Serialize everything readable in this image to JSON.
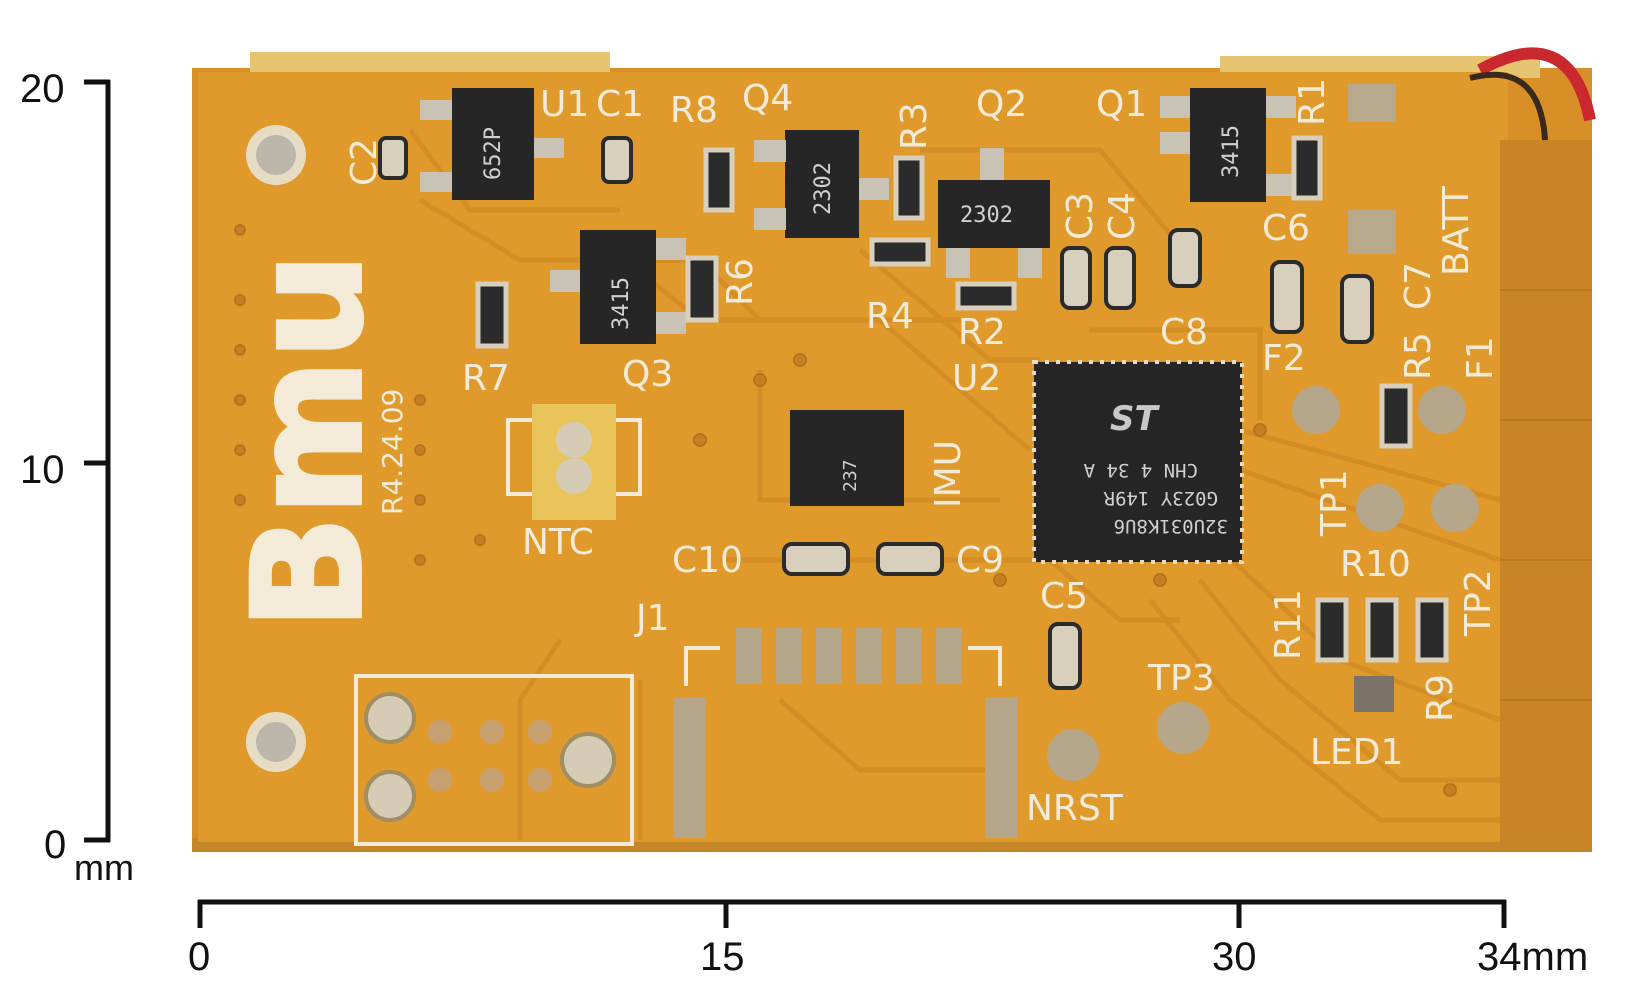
{
  "scale": {
    "y_axis": {
      "tick_labels": [
        "20",
        "10",
        "0"
      ],
      "unit": "mm"
    },
    "x_axis": {
      "tick_labels": [
        "0",
        "15",
        "30",
        "34mm"
      ]
    }
  },
  "board": {
    "name_mark": "Bmu",
    "revision": "R4.24.09",
    "labels": {
      "u1": "U1",
      "c1": "C1",
      "c2": "C2",
      "r8": "R8",
      "q4": "Q4",
      "r3": "R3",
      "q2": "Q2",
      "q1": "Q1",
      "r1": "R1",
      "batt": "BATT",
      "c6": "C6",
      "c3": "C3",
      "c4": "C4",
      "r6": "R6",
      "r4": "R4",
      "r2": "R2",
      "c8": "C8",
      "r5": "R5",
      "c7": "C7",
      "f2": "F2",
      "f1": "F1",
      "r7": "R7",
      "q3": "Q3",
      "u2": "U2",
      "imu": "IMU",
      "ntc": "NTC",
      "tp1": "TP1",
      "c10": "C10",
      "c9": "C9",
      "c5": "C5",
      "r10": "R10",
      "tp2": "TP2",
      "r11": "R11",
      "j1": "J1",
      "tp3": "TP3",
      "r9": "R9",
      "led1": "LED1",
      "nrst": "NRST"
    },
    "chip_markings": {
      "u1": "652P",
      "q4": "2302",
      "q2": "2302",
      "q1": "3415",
      "q3": "3415",
      "imu": "237",
      "mcu": [
        "32U031K8U6",
        "G023Y 149R",
        "CHN 4 34 A"
      ]
    }
  },
  "colors": {
    "pcb": "#e09a2c",
    "pcb_dark": "#c98425",
    "trace": "#d78f27",
    "silkscreen": "#f4ead8",
    "pad": "#c9c3b6",
    "chip": "#262626",
    "wire": "#c8282e",
    "axis": "#111111"
  }
}
